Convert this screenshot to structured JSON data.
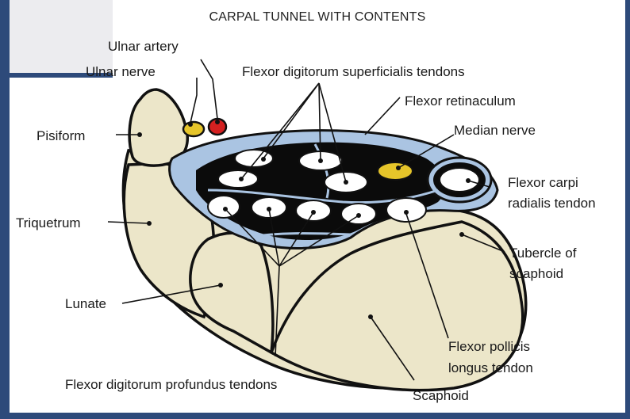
{
  "title": "CARPAL TUNNEL WITH CONTENTS",
  "colors": {
    "frame": "#2d4a7a",
    "bone": "#ece6c9",
    "tunnel": "#0b0b0b",
    "retinaculum": "#aac4e2",
    "median_nerve": "#e6c52a",
    "ulnar_artery": "#d42020",
    "ulnar_nerve": "#e6c52a"
  },
  "labels": {
    "ulnar_artery": "Ulnar artery",
    "ulnar_nerve": "Ulnar nerve",
    "fds_tendons": "Flexor digitorum superficialis tendons",
    "flexor_retinaculum": "Flexor retinaculum",
    "median_nerve": "Median nerve",
    "pisiform": "Pisiform",
    "fcr_line1": "Flexor carpi",
    "fcr_line2": "radialis tendon",
    "triquetrum": "Triquetrum",
    "tubercle_line1": "Tubercle of",
    "tubercle_line2": "scaphoid",
    "lunate": "Lunate",
    "fpl_line1": "Flexor pollicis",
    "fpl_line2": "longus tendon",
    "fdp_tendons": "Flexor digitorum profundus tendons",
    "scaphoid": "Scaphoid"
  }
}
